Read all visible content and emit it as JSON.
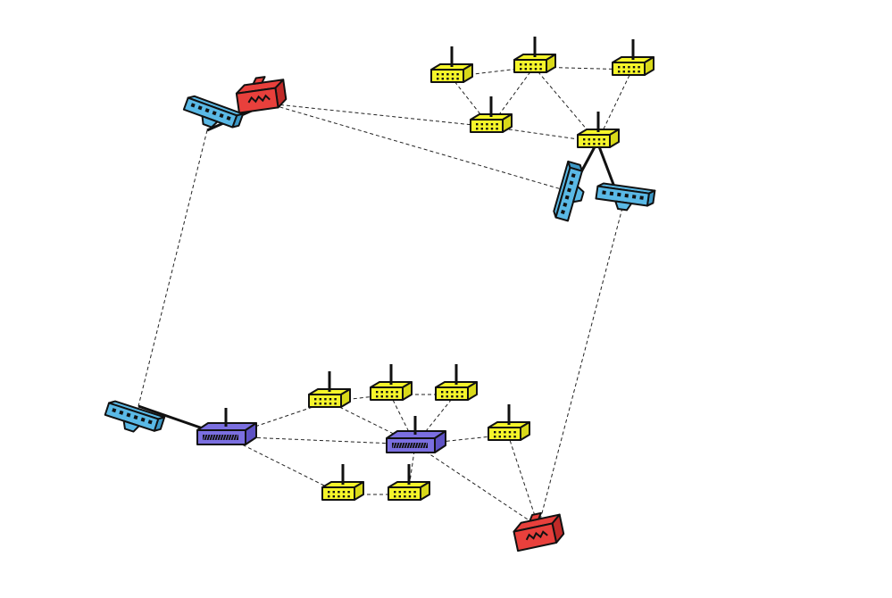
{
  "colors": {
    "background": "#ffffff",
    "mesh_router": "#f5f52a",
    "mesh_router_side": "#d9d919",
    "gateway_router": "#7b6fe0",
    "gateway_router_side": "#5e52c4",
    "switch": "#5ab9e6",
    "switch_side": "#3c98c6",
    "firewall": "#e8403c",
    "firewall_side": "#c02a28",
    "link": "#222222"
  },
  "nodes": [
    {
      "id": "fw-top",
      "kind": "firewall",
      "icon": "firewall-icon"
    },
    {
      "id": "sw-top",
      "kind": "switch",
      "icon": "switch-icon"
    },
    {
      "id": "mr-t1",
      "kind": "mesh-router",
      "icon": "wireless-router-icon"
    },
    {
      "id": "mr-t2",
      "kind": "mesh-router",
      "icon": "wireless-router-icon"
    },
    {
      "id": "mr-t3",
      "kind": "mesh-router",
      "icon": "wireless-router-icon"
    },
    {
      "id": "mr-t4",
      "kind": "mesh-router",
      "icon": "wireless-router-icon"
    },
    {
      "id": "mr-t5",
      "kind": "mesh-router",
      "icon": "wireless-router-icon"
    },
    {
      "id": "sw-r1",
      "kind": "switch",
      "icon": "switch-icon"
    },
    {
      "id": "sw-r2",
      "kind": "switch",
      "icon": "switch-icon"
    },
    {
      "id": "sw-bl",
      "kind": "switch",
      "icon": "switch-icon"
    },
    {
      "id": "gw-1",
      "kind": "gateway-router",
      "icon": "router-icon"
    },
    {
      "id": "gw-2",
      "kind": "gateway-router",
      "icon": "router-icon"
    },
    {
      "id": "mr-b1",
      "kind": "mesh-router",
      "icon": "wireless-router-icon"
    },
    {
      "id": "mr-b2",
      "kind": "mesh-router",
      "icon": "wireless-router-icon"
    },
    {
      "id": "mr-b3",
      "kind": "mesh-router",
      "icon": "wireless-router-icon"
    },
    {
      "id": "mr-b4",
      "kind": "mesh-router",
      "icon": "wireless-router-icon"
    },
    {
      "id": "mr-b5",
      "kind": "mesh-router",
      "icon": "wireless-router-icon"
    },
    {
      "id": "mr-b6",
      "kind": "mesh-router",
      "icon": "wireless-router-icon"
    },
    {
      "id": "fw-bottom",
      "kind": "firewall",
      "icon": "firewall-icon"
    }
  ],
  "links": [
    {
      "from": "sw-top",
      "to": "fw-top",
      "style": "solid"
    },
    {
      "from": "fw-top",
      "to": "mr-t4",
      "style": "dashed"
    },
    {
      "from": "fw-top",
      "to": "sw-r1",
      "style": "dashed"
    },
    {
      "from": "sw-top",
      "to": "sw-bl",
      "style": "dashed"
    },
    {
      "from": "mr-t1",
      "to": "mr-t2",
      "style": "dashed"
    },
    {
      "from": "mr-t2",
      "to": "mr-t3",
      "style": "dashed"
    },
    {
      "from": "mr-t1",
      "to": "mr-t4",
      "style": "dashed"
    },
    {
      "from": "mr-t2",
      "to": "mr-t4",
      "style": "dashed"
    },
    {
      "from": "mr-t2",
      "to": "mr-t5",
      "style": "dashed"
    },
    {
      "from": "mr-t3",
      "to": "mr-t5",
      "style": "dashed"
    },
    {
      "from": "mr-t4",
      "to": "mr-t5",
      "style": "dashed"
    },
    {
      "from": "mr-t5",
      "to": "sw-r1",
      "style": "solid"
    },
    {
      "from": "mr-t5",
      "to": "sw-r2",
      "style": "solid"
    },
    {
      "from": "sw-r2",
      "to": "fw-bottom",
      "style": "dashed"
    },
    {
      "from": "sw-bl",
      "to": "gw-1",
      "style": "solid"
    },
    {
      "from": "gw-1",
      "to": "mr-b1",
      "style": "dashed"
    },
    {
      "from": "gw-1",
      "to": "gw-2",
      "style": "dashed"
    },
    {
      "from": "gw-1",
      "to": "mr-b5",
      "style": "dashed"
    },
    {
      "from": "mr-b1",
      "to": "mr-b2",
      "style": "dashed"
    },
    {
      "from": "mr-b2",
      "to": "mr-b3",
      "style": "dashed"
    },
    {
      "from": "mr-b1",
      "to": "gw-2",
      "style": "dashed"
    },
    {
      "from": "mr-b2",
      "to": "gw-2",
      "style": "dashed"
    },
    {
      "from": "mr-b3",
      "to": "gw-2",
      "style": "dashed"
    },
    {
      "from": "gw-2",
      "to": "mr-b4",
      "style": "dashed"
    },
    {
      "from": "gw-2",
      "to": "mr-b6",
      "style": "dashed"
    },
    {
      "from": "mr-b5",
      "to": "mr-b6",
      "style": "dashed"
    },
    {
      "from": "mr-b4",
      "to": "fw-bottom",
      "style": "dashed"
    },
    {
      "from": "gw-2",
      "to": "fw-bottom",
      "style": "dashed"
    }
  ]
}
